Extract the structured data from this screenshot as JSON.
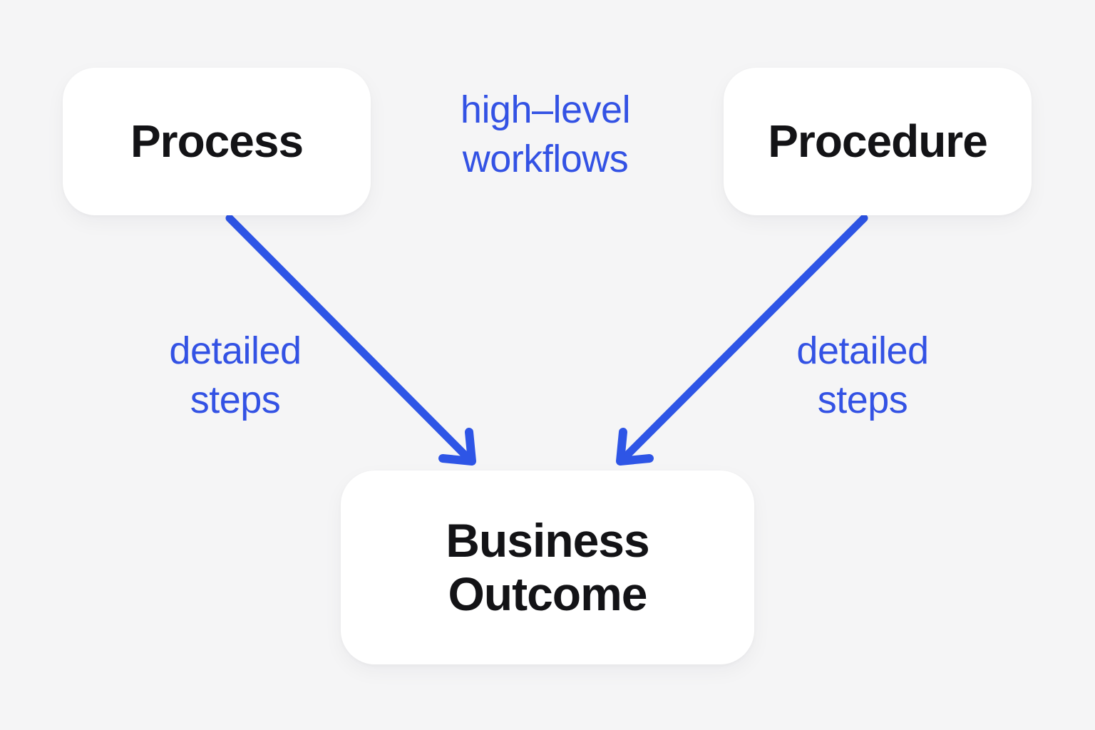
{
  "diagram": {
    "title": "Process vs Procedure flow diagram",
    "colors": {
      "background": "#f5f5f6",
      "node_fill": "#ffffff",
      "node_text": "#131316",
      "annotation_blue": "#3352e4",
      "arrow_blue": "#2e55e6"
    },
    "nodes": [
      {
        "id": "process",
        "label": "Process"
      },
      {
        "id": "procedure",
        "label": "Procedure"
      },
      {
        "id": "business-outcome",
        "label": "Business\nOutcome"
      }
    ],
    "annotations": [
      {
        "id": "high-level-workflows",
        "label": "high–level\nworkflows"
      },
      {
        "id": "detailed-steps-left",
        "label": "detailed\nsteps"
      },
      {
        "id": "detailed-steps-right",
        "label": "detailed\nsteps"
      }
    ],
    "edges": [
      {
        "from": "process",
        "to": "business-outcome",
        "label": "detailed steps"
      },
      {
        "from": "procedure",
        "to": "business-outcome",
        "label": "detailed steps"
      }
    ]
  }
}
